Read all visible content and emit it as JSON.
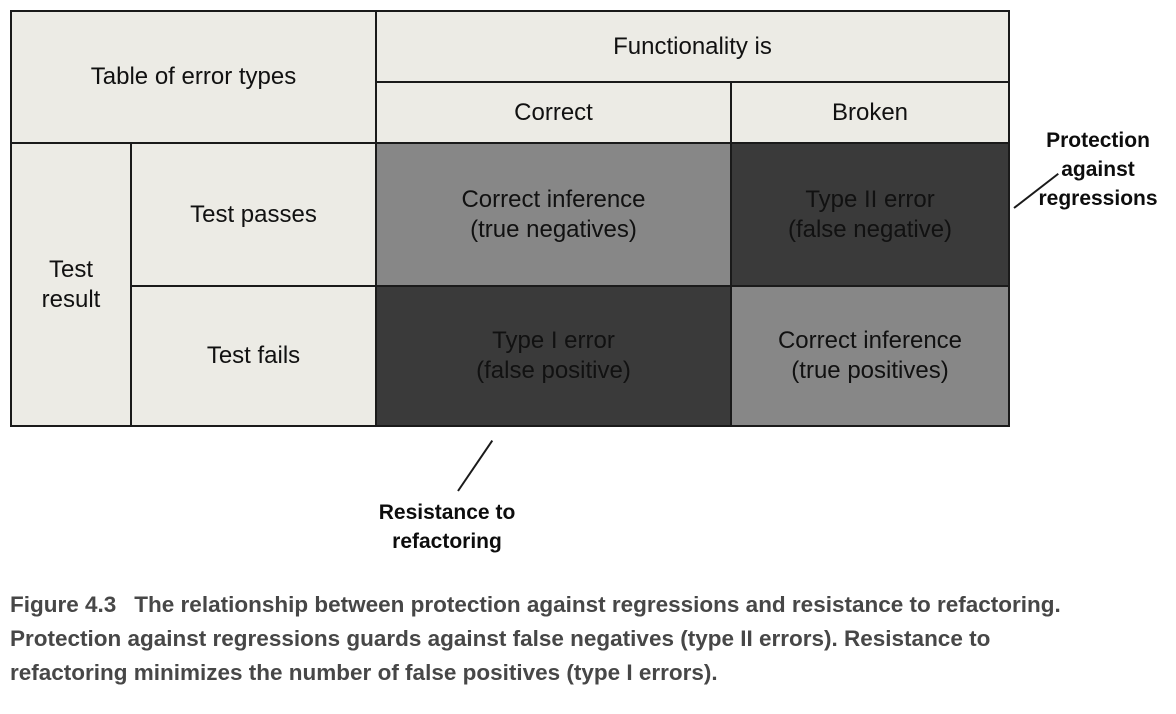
{
  "table": {
    "corner_label": "Table of error types",
    "col_group_header": "Functionality is",
    "col_headers": [
      "Correct",
      "Broken"
    ],
    "row_group_header": "Test\nresult",
    "row_headers": [
      "Test passes",
      "Test fails"
    ],
    "cells": [
      {
        "name": "true-negatives",
        "text": "Correct inference\n(true negatives)",
        "tone": "gray"
      },
      {
        "name": "type-2-error",
        "text": "Type II error\n(false negative)",
        "tone": "dark"
      },
      {
        "name": "type-1-error",
        "text": "Type I error\n(false positive)",
        "tone": "dark"
      },
      {
        "name": "true-positives",
        "text": "Correct inference\n(true positives)",
        "tone": "gray"
      }
    ]
  },
  "annotations": {
    "protection": "Protection\nagainst\nregressions",
    "resistance": "Resistance to\nrefactoring"
  },
  "caption": {
    "label": "Figure 4.3",
    "text": "The relationship between protection against regressions and resistance to refactoring. Protection against regressions guards against false negatives (type II errors). Resistance to refactoring minimizes the number of false positives (type I errors)."
  },
  "colors": {
    "header_bg": "#ECEBE5",
    "gray_cell": "#878787",
    "dark_cell": "#3A3A3A",
    "border": "#1A1A1A",
    "cell_text": "#FFFFFF",
    "caption_text": "#474747"
  }
}
